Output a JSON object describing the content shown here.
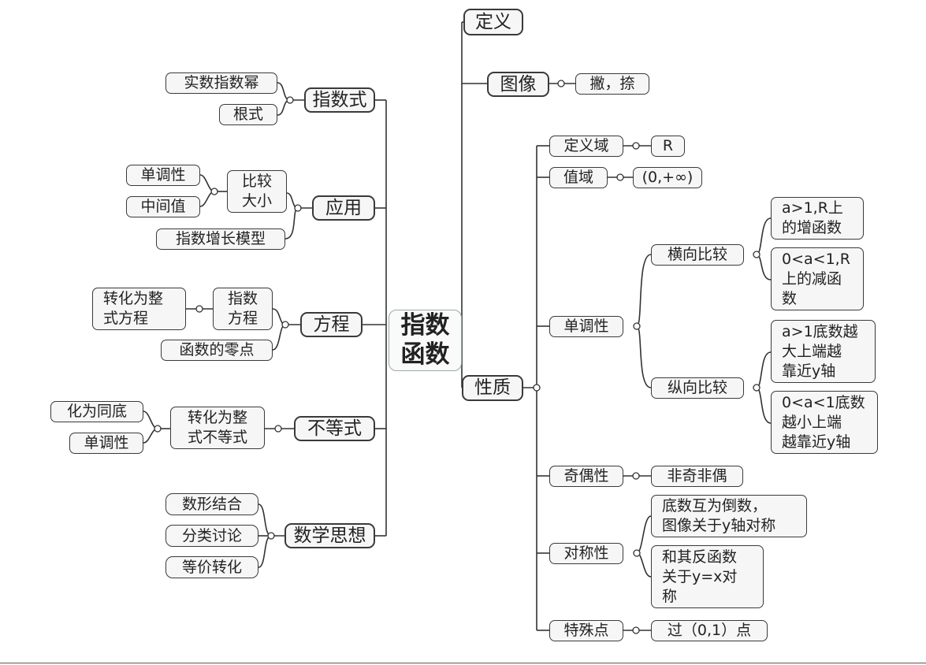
{
  "mindmap": {
    "root": "指数\n函数",
    "left": {
      "zhishushi": {
        "label": "指数式",
        "children": [
          "实数指数幂",
          "根式"
        ]
      },
      "yingyong": {
        "label": "应用",
        "bijiao": "比较\n大小",
        "bijiao_children": [
          "单调性",
          "中间值"
        ],
        "growth": "指数增长模型"
      },
      "fangcheng": {
        "label": "方程",
        "zhishu_fangcheng": "指数\n方程",
        "zhuanhua": "转化为整\n式方程",
        "lingdian": "函数的零点"
      },
      "budengshi": {
        "label": "不等式",
        "zhuanhua": "转化为整\n式不等式",
        "children": [
          "化为同底",
          "单调性"
        ]
      },
      "sixiang": {
        "label": "数学思想",
        "children": [
          "数形结合",
          "分类讨论",
          "等价转化"
        ]
      }
    },
    "right": {
      "dingyi": "定义",
      "tuxiang": {
        "label": "图像",
        "child": "撇，捺"
      },
      "xingzhi": {
        "label": "性质",
        "dingyiyu": {
          "label": "定义域",
          "value": "R"
        },
        "zhiyu": {
          "label": "值域",
          "value": "(0,+∞)"
        },
        "dandiao": {
          "label": "单调性",
          "hengxiang": {
            "label": "横向比较",
            "children": [
              "a>1,R上\n的增函数",
              "0<a<1,R\n上的减函\n数"
            ]
          },
          "zongxiang": {
            "label": "纵向比较",
            "children": [
              "a>1底数越\n大上端越\n靠近y轴",
              "0<a<1底数\n越小上端\n越靠近y轴"
            ]
          }
        },
        "jiou": {
          "label": "奇偶性",
          "value": "非奇非偶"
        },
        "duichen": {
          "label": "对称性",
          "children": [
            "底数互为倒数，\n图像关于y轴对称",
            "和其反函数\n关于y=x对\n称"
          ]
        },
        "teshu": {
          "label": "特殊点",
          "value": "过（0,1）点"
        }
      }
    }
  }
}
